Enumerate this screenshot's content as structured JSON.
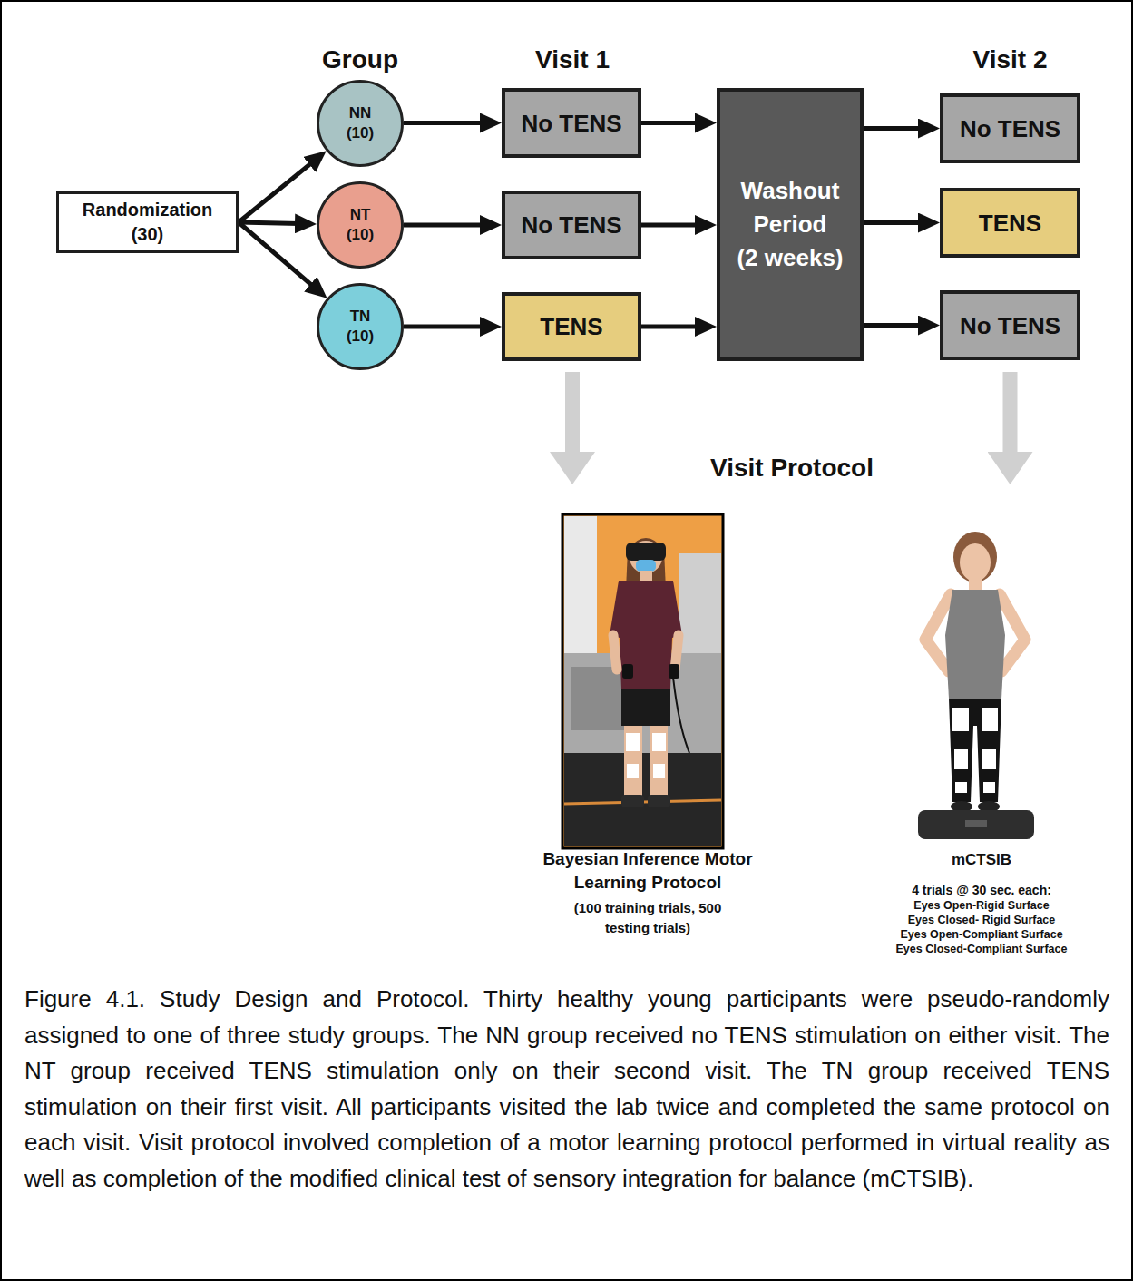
{
  "diagram": {
    "caption": "Figure 4.1. Study Design and Protocol. Thirty healthy young participants were pseudo-randomly assigned to one of three study groups. The NN group received no TENS stimulation on either visit. The NT group received TENS stimulation only on their second visit. The TN group received TENS stimulation on their first visit. All participants visited the lab twice and completed the same protocol on each visit. Visit protocol involved completion of a motor learning protocol performed in virtual reality as well as completion of the modified clinical test of sensory integration for balance (mCTSIB).",
    "nodes": [
      {
        "text": [
          "Randomization (30)"
        ]
      },
      {
        "text": [
          "NN (10)"
        ]
      },
      {
        "text": [
          "NT (10)"
        ]
      },
      {
        "text": [
          "TN (10)"
        ]
      },
      {
        "text": [
          "Visit 1"
        ]
      },
      {
        "text": [
          "No TENS"
        ],
        "in": 4
      },
      {
        "text": [
          "No TENS"
        ],
        "in": 4
      },
      {
        "text": [
          "TENS"
        ],
        "in": 4
      },
      {
        "text": [
          "Washout Period",
          "(2 weeks)"
        ]
      },
      {
        "text": [
          "Visit 2"
        ]
      },
      {
        "text": [
          "No TENS"
        ],
        "in": 9
      },
      {
        "text": [
          "TENS"
        ],
        "in": 9
      },
      {
        "text": [
          "No TENS"
        ],
        "in": 9
      },
      {
        "text": [
          "Visit Protocol"
        ]
      }
    ],
    "edges": [
      {
        "from": 0,
        "to": 1,
        "arrow": "to"
      },
      {
        "from": 0,
        "to": 2,
        "arrow": "to"
      },
      {
        "from": 0,
        "to": 3,
        "arrow": "to"
      },
      {
        "from": 1,
        "to": 5,
        "arrow": "to"
      },
      {
        "from": 2,
        "to": 6,
        "arrow": "to"
      },
      {
        "from": 3,
        "to": 7,
        "arrow": "to"
      },
      {
        "from": 5,
        "to": 8,
        "arrow": "to"
      },
      {
        "from": 6,
        "to": 8,
        "arrow": "to"
      },
      {
        "from": 7,
        "to": 8,
        "arrow": "to"
      },
      {
        "from": 8,
        "to": 10,
        "arrow": "to"
      },
      {
        "from": 8,
        "to": 11,
        "arrow": "to"
      },
      {
        "from": 8,
        "to": 12,
        "arrow": "to"
      },
      {
        "from": 4,
        "to": 13,
        "arrow": "to"
      },
      {
        "from": 9,
        "to": 13,
        "arrow": "to"
      }
    ],
    "labels": [
      "Group",
      "Bayesian Inference Motor Learning Protocol",
      "(100 training trials, 500 testing trials)",
      "mCTSIB",
      "4 trials @ 30 sec. each:",
      "Eyes Open-Rigid Surface",
      "Eyes Closed- Rigid Surface",
      "Eyes Open-Compliant Surface",
      "Eyes Closed-Compliant Surface"
    ]
  }
}
